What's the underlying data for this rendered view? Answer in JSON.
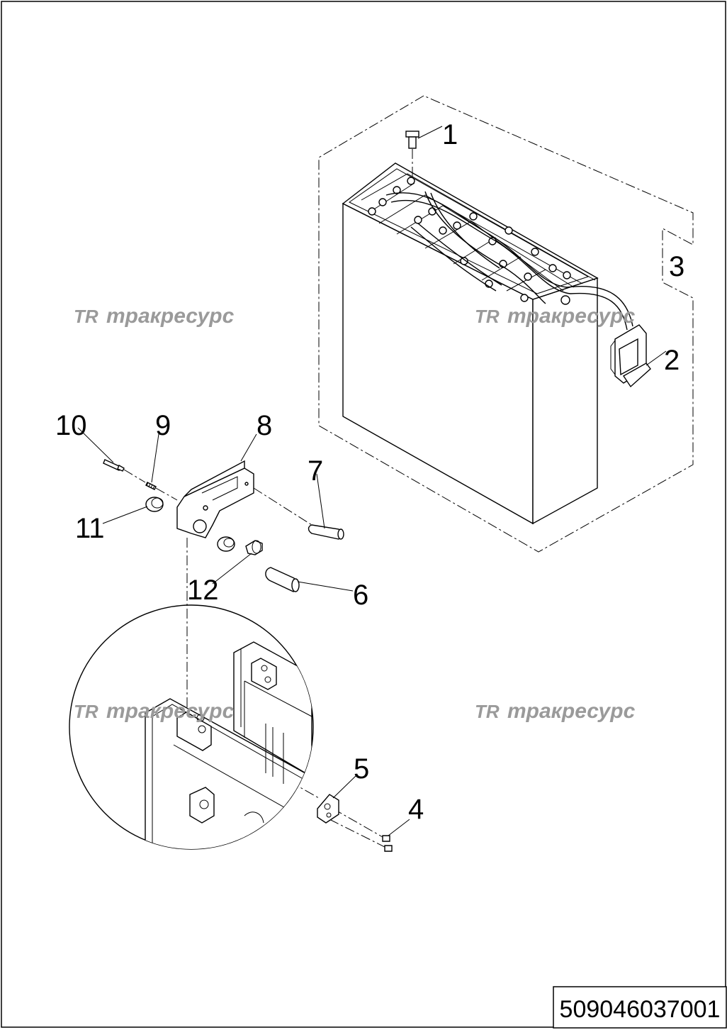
{
  "callouts": [
    {
      "id": "1",
      "label": "1"
    },
    {
      "id": "2",
      "label": "2"
    },
    {
      "id": "3",
      "label": "3"
    },
    {
      "id": "4",
      "label": "4"
    },
    {
      "id": "5",
      "label": "5"
    },
    {
      "id": "6",
      "label": "6"
    },
    {
      "id": "7",
      "label": "7"
    },
    {
      "id": "8",
      "label": "8"
    },
    {
      "id": "9",
      "label": "9"
    },
    {
      "id": "10",
      "label": "10"
    },
    {
      "id": "11",
      "label": "11"
    },
    {
      "id": "12",
      "label": "12"
    }
  ],
  "watermark": {
    "logo": "TR",
    "text": "тракресурс"
  },
  "document": {
    "number": "509046037001"
  }
}
